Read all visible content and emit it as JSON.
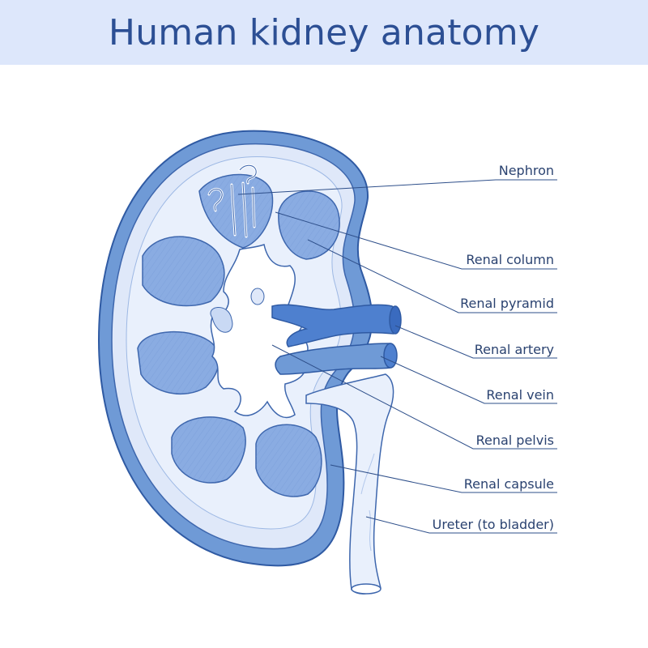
{
  "title": "Human kidney anatomy",
  "colors": {
    "header_bg": "#dde7fb",
    "title": "#2c4f94",
    "outline": "#3d66ad",
    "cortex": "#6f9ad6",
    "medulla_bg": "#e3ecfb",
    "pyramid": "#89abe0",
    "vessel": "#4d7fcf",
    "leader_line": "#2e4f8a"
  },
  "labels": {
    "nephron": "Nephron",
    "renal_column": "Renal column",
    "renal_pyramid": "Renal pyramid",
    "renal_artery": "Renal artery",
    "renal_vein": "Renal vein",
    "renal_pelvis": "Renal pelvis",
    "renal_capsule": "Renal capsule",
    "ureter": "Ureter (to bladder)"
  }
}
